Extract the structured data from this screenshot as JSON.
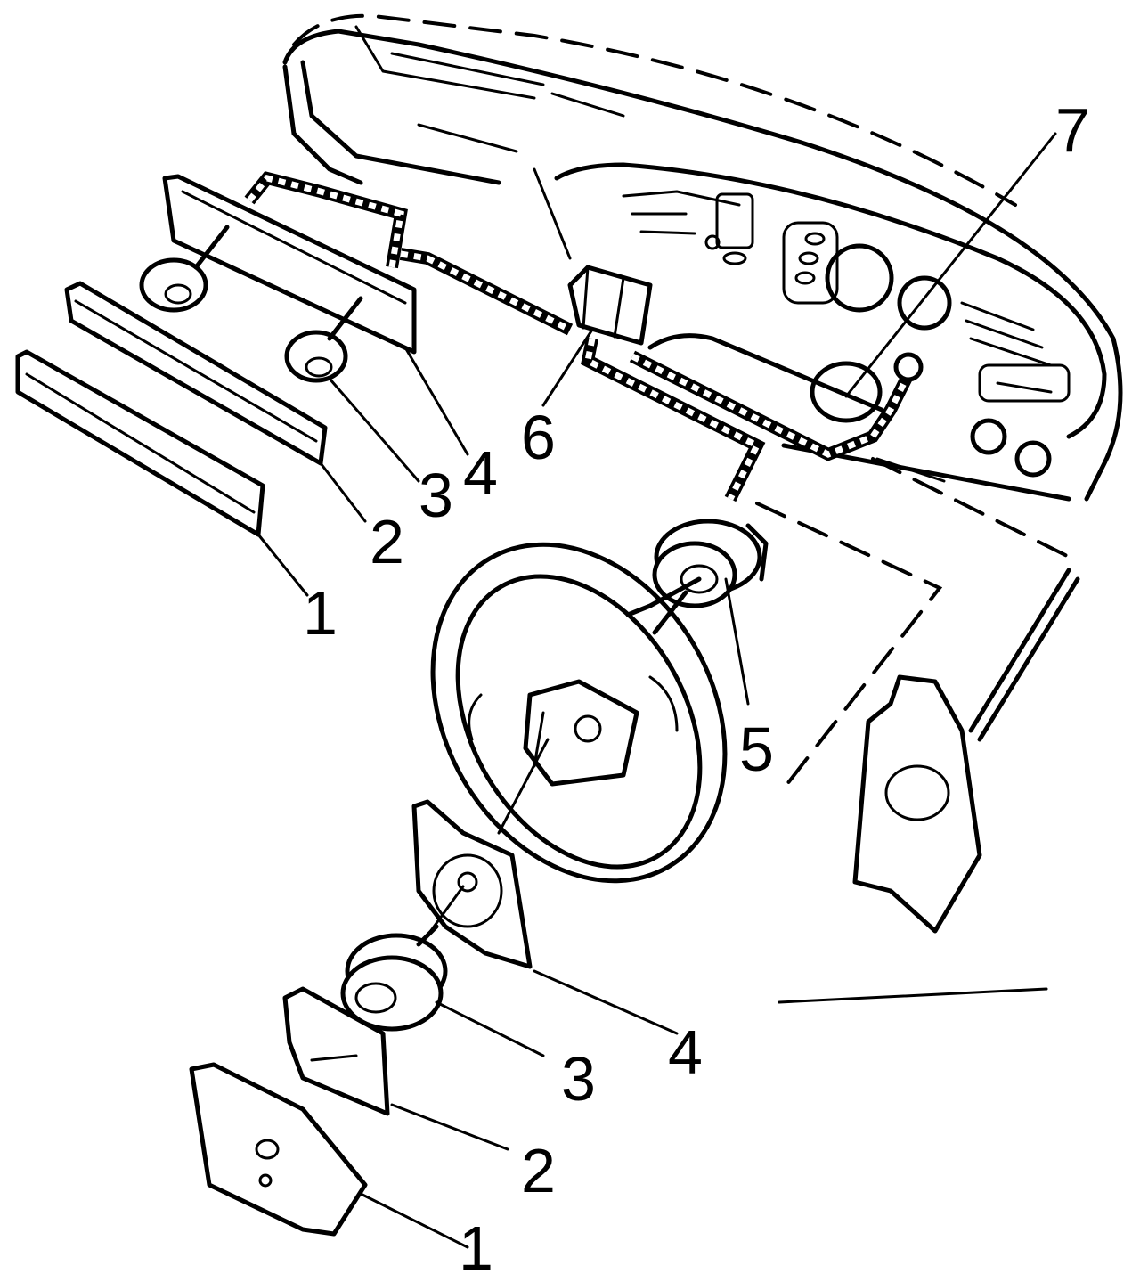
{
  "callouts": {
    "passenger": {
      "c1": "1",
      "c2": "2",
      "c3": "3",
      "c4": "4"
    },
    "driver": {
      "c1": "1",
      "c2": "2",
      "c3": "3",
      "c4": "4"
    },
    "c5": "5",
    "c6": "6",
    "c7": "7"
  }
}
